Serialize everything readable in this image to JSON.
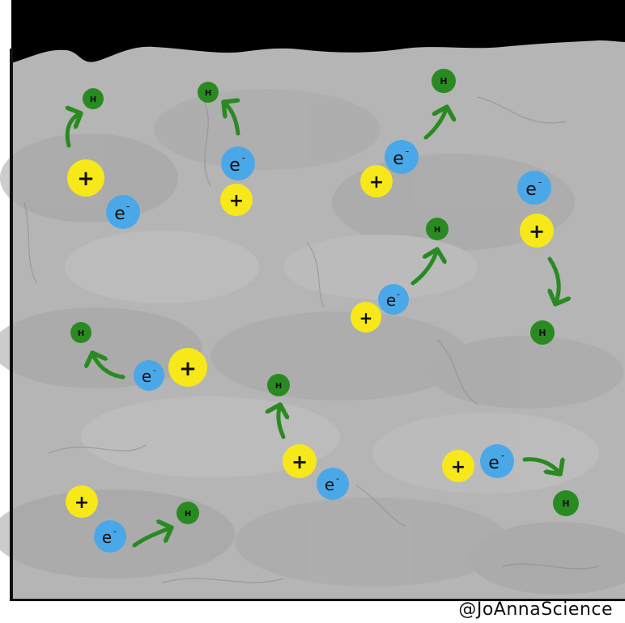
{
  "labels": {
    "proton": "+",
    "electron": "e",
    "electron_sup": "-",
    "hydrogen": "H",
    "credit": "@JoAnnaScience"
  },
  "colors": {
    "background_top": "#000000",
    "background_fluid": "#b5b5b5",
    "fluid_dark": "#9a9a9a",
    "fluid_light": "#c7c7c7",
    "proton": "#f7e81a",
    "electron": "#4aa8e8",
    "hydrogen": "#2a8a22",
    "arrow": "#2a8a22",
    "frame": "#111111"
  }
}
